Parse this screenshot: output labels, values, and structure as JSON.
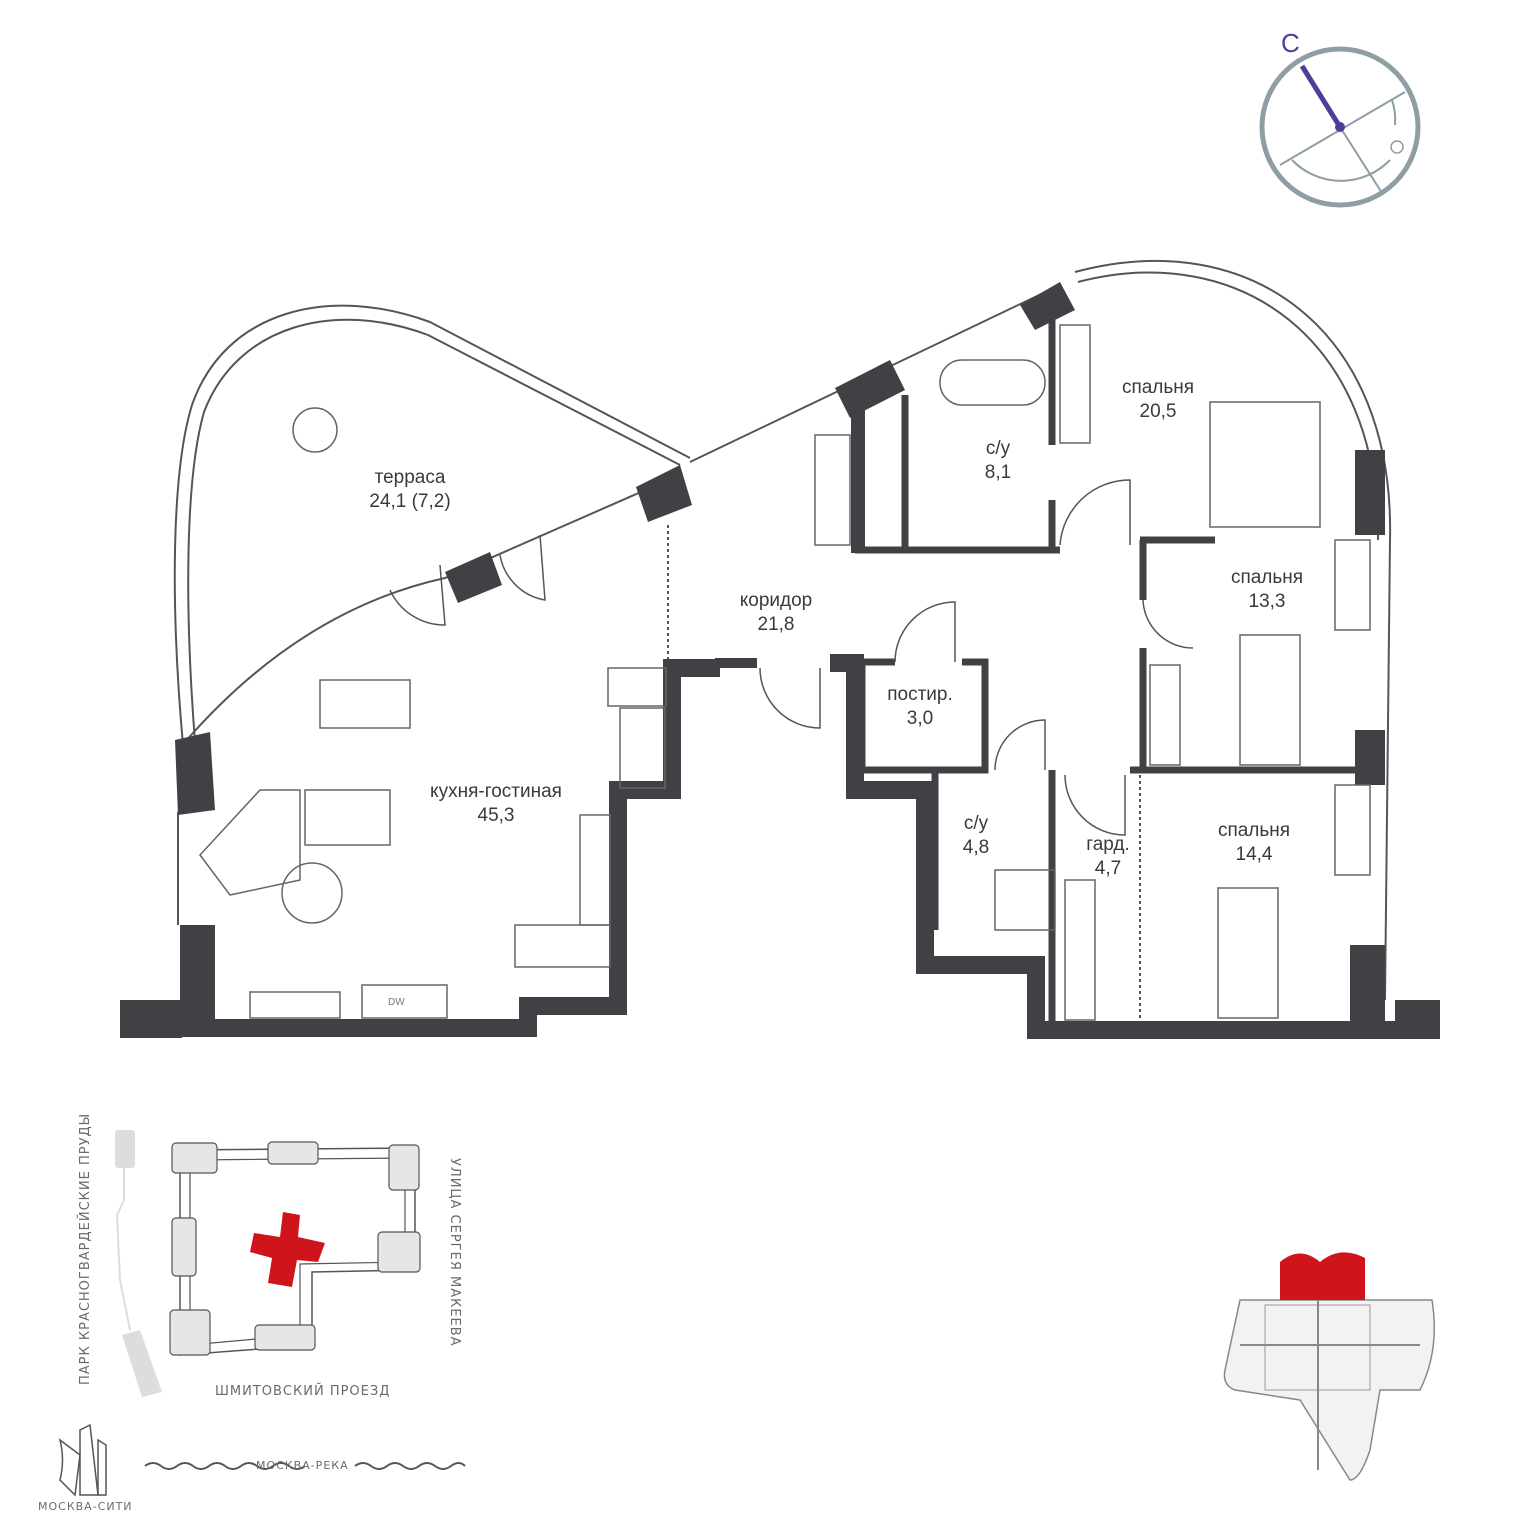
{
  "compass": {
    "north_letter": "С",
    "needle_color": "#4b3f9a",
    "ring_color": "#8e9ea3"
  },
  "rooms": [
    {
      "id": "terrace",
      "name": "терраса",
      "area": "24,1 (7,2)"
    },
    {
      "id": "bath1",
      "name": "с/у",
      "area": "8,1"
    },
    {
      "id": "bedroom1",
      "name": "спальня",
      "area": "20,5"
    },
    {
      "id": "bedroom2",
      "name": "спальня",
      "area": "13,3"
    },
    {
      "id": "corridor",
      "name": "коридор",
      "area": "21,8"
    },
    {
      "id": "laundry",
      "name": "постир.",
      "area": "3,0"
    },
    {
      "id": "kitchen",
      "name": "кухня-гостиная",
      "area": "45,3"
    },
    {
      "id": "bath2",
      "name": "с/у",
      "area": "4,8"
    },
    {
      "id": "wardrobe",
      "name": "гард.",
      "area": "4,7"
    },
    {
      "id": "bedroom3",
      "name": "спальня",
      "area": "14,4"
    }
  ],
  "appliance_label": "DW",
  "site_map": {
    "park": "ПАРК КРАСНОГВАРДЕЙСКИЕ ПРУДЫ",
    "street_east": "УЛИЦА СЕРГЕЯ МАКЕЕВА",
    "street_south": "ШМИТОВСКИЙ ПРОЕЗД",
    "river": "МОСКВА-РЕКА",
    "landmark": "МОСКВА-СИТИ",
    "highlight_color": "#d0141c"
  },
  "colors": {
    "wall": "#3f4144",
    "line": "#555555"
  }
}
